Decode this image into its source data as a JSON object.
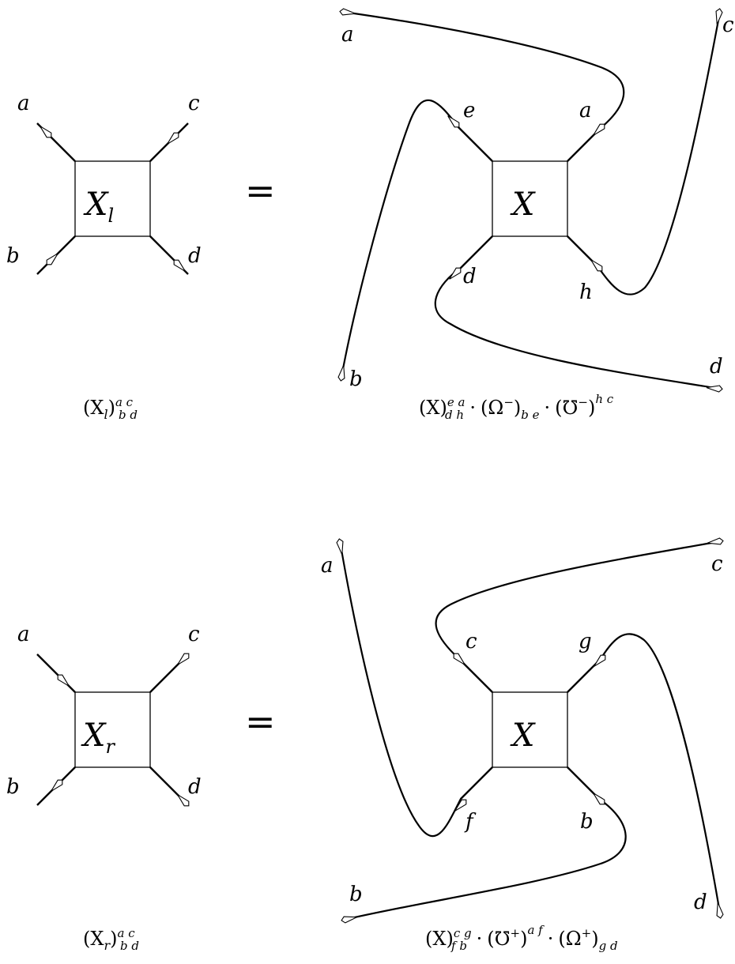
{
  "panels": [
    {
      "box_label": {
        "main": "X",
        "sub": "l"
      },
      "equals": "=",
      "left_legs": {
        "a": "a",
        "b": "b",
        "c": "c",
        "d": "d"
      },
      "left_formula": {
        "base": "(X",
        "base_sub": "l",
        "close": ")",
        "sup": "a c",
        "sub": "b d"
      },
      "right_box_label": "X",
      "right_labels": {
        "outer_a": "a",
        "outer_c": "c",
        "outer_b": "b",
        "outer_d": "d",
        "inner_e": "e",
        "inner_a": "a",
        "inner_d": "d",
        "inner_h": "h"
      },
      "right_formula": {
        "t1": "(X)",
        "t1_sup": "e a",
        "t1_sub": "d h",
        "dot1": "·",
        "t2": "(Ω",
        "t2_exp": "−",
        "t2_close": ")",
        "t2_sub": "b e",
        "dot2": "·",
        "t3": "(℧",
        "t3_exp": "−",
        "t3_close": ")",
        "t3_sup": "h c"
      }
    },
    {
      "box_label": {
        "main": "X",
        "sub": "r"
      },
      "equals": "=",
      "left_legs": {
        "a": "a",
        "b": "b",
        "c": "c",
        "d": "d"
      },
      "left_formula": {
        "base": "(X",
        "base_sub": "r",
        "close": ")",
        "sup": "a c",
        "sub": "b d"
      },
      "right_box_label": "X",
      "right_labels": {
        "outer_a": "a",
        "outer_c": "c",
        "outer_b": "b",
        "outer_d": "d",
        "inner_c": "c",
        "inner_g": "g",
        "inner_f": "f",
        "inner_b": "b"
      },
      "right_formula": {
        "t1": "(X)",
        "t1_sup": "c g",
        "t1_sub": "f b",
        "dot1": "·",
        "t2": "(℧",
        "t2_exp": "+",
        "t2_close": ")",
        "t2_sup": "a f",
        "dot2": "·",
        "t3": "(Ω",
        "t3_exp": "+",
        "t3_close": ")",
        "t3_sub": "g d"
      }
    }
  ]
}
